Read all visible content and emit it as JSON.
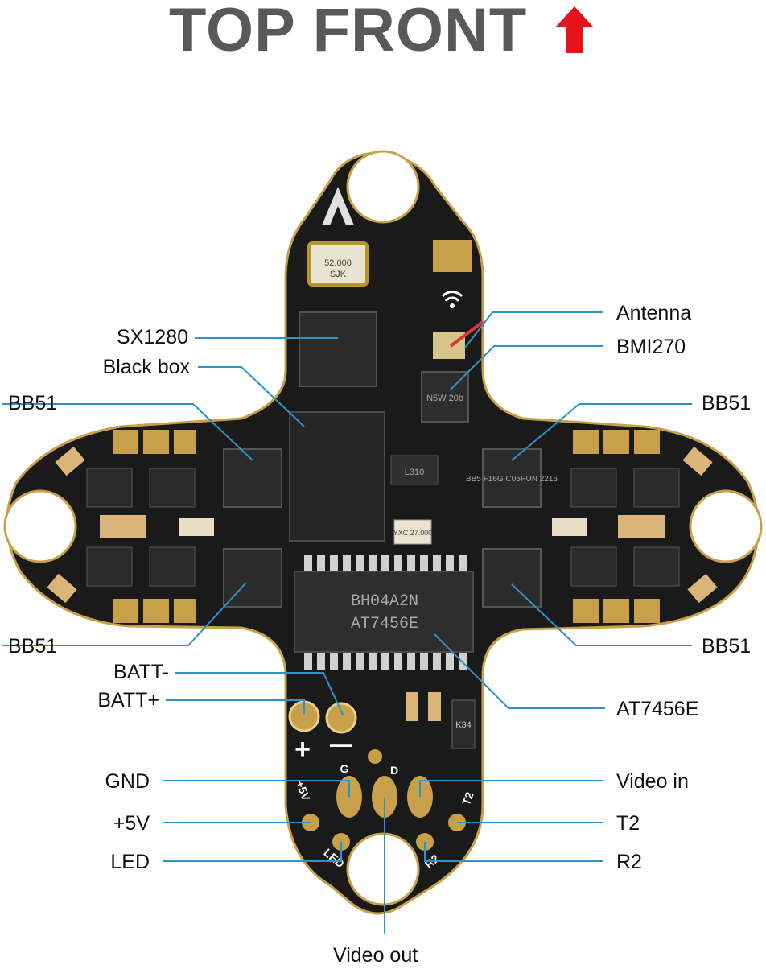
{
  "header": {
    "title": "TOP FRONT",
    "arrow_icon": "up-arrow-icon",
    "title_color": "#58595b",
    "arrow_color": "#e3121b"
  },
  "board": {
    "silkscreen": {
      "plus": "+",
      "minus": "—",
      "pin_5v": "+5V",
      "pin_g": "G",
      "pin_d": "D",
      "pin_t2": "T2",
      "pin_led": "LED",
      "pin_r2": "R2",
      "crystal": "52.000",
      "crystal_mark": "SJK",
      "osd_chip_line1": "BH04A2N",
      "osd_chip_line2": "AT7456E",
      "gyro_mark": "N5W 20b",
      "esc_mark": "BB5 F16G C05PUN 2216",
      "small_crystal": "YXC 27.000",
      "diode_mark": "K34",
      "ldo_mark": "L310"
    },
    "colors": {
      "pcb": "#1a1a1a",
      "gold": "#c8a04a",
      "leader": "#2a93c9"
    }
  },
  "labels": {
    "antenna": "Antenna",
    "bmi270": "BMI270",
    "sx1280": "SX1280",
    "black_box": "Black box",
    "bb51_tl": "BB51",
    "bb51_tr": "BB51",
    "bb51_bl": "BB51",
    "bb51_br": "BB51",
    "at7456e": "AT7456E",
    "batt_minus": "BATT-",
    "batt_plus": "BATT+",
    "gnd": "GND",
    "plus5v": "+5V",
    "led": "LED",
    "video_in": "Video in",
    "t2": "T2",
    "r2": "R2",
    "video_out": "Video out"
  }
}
